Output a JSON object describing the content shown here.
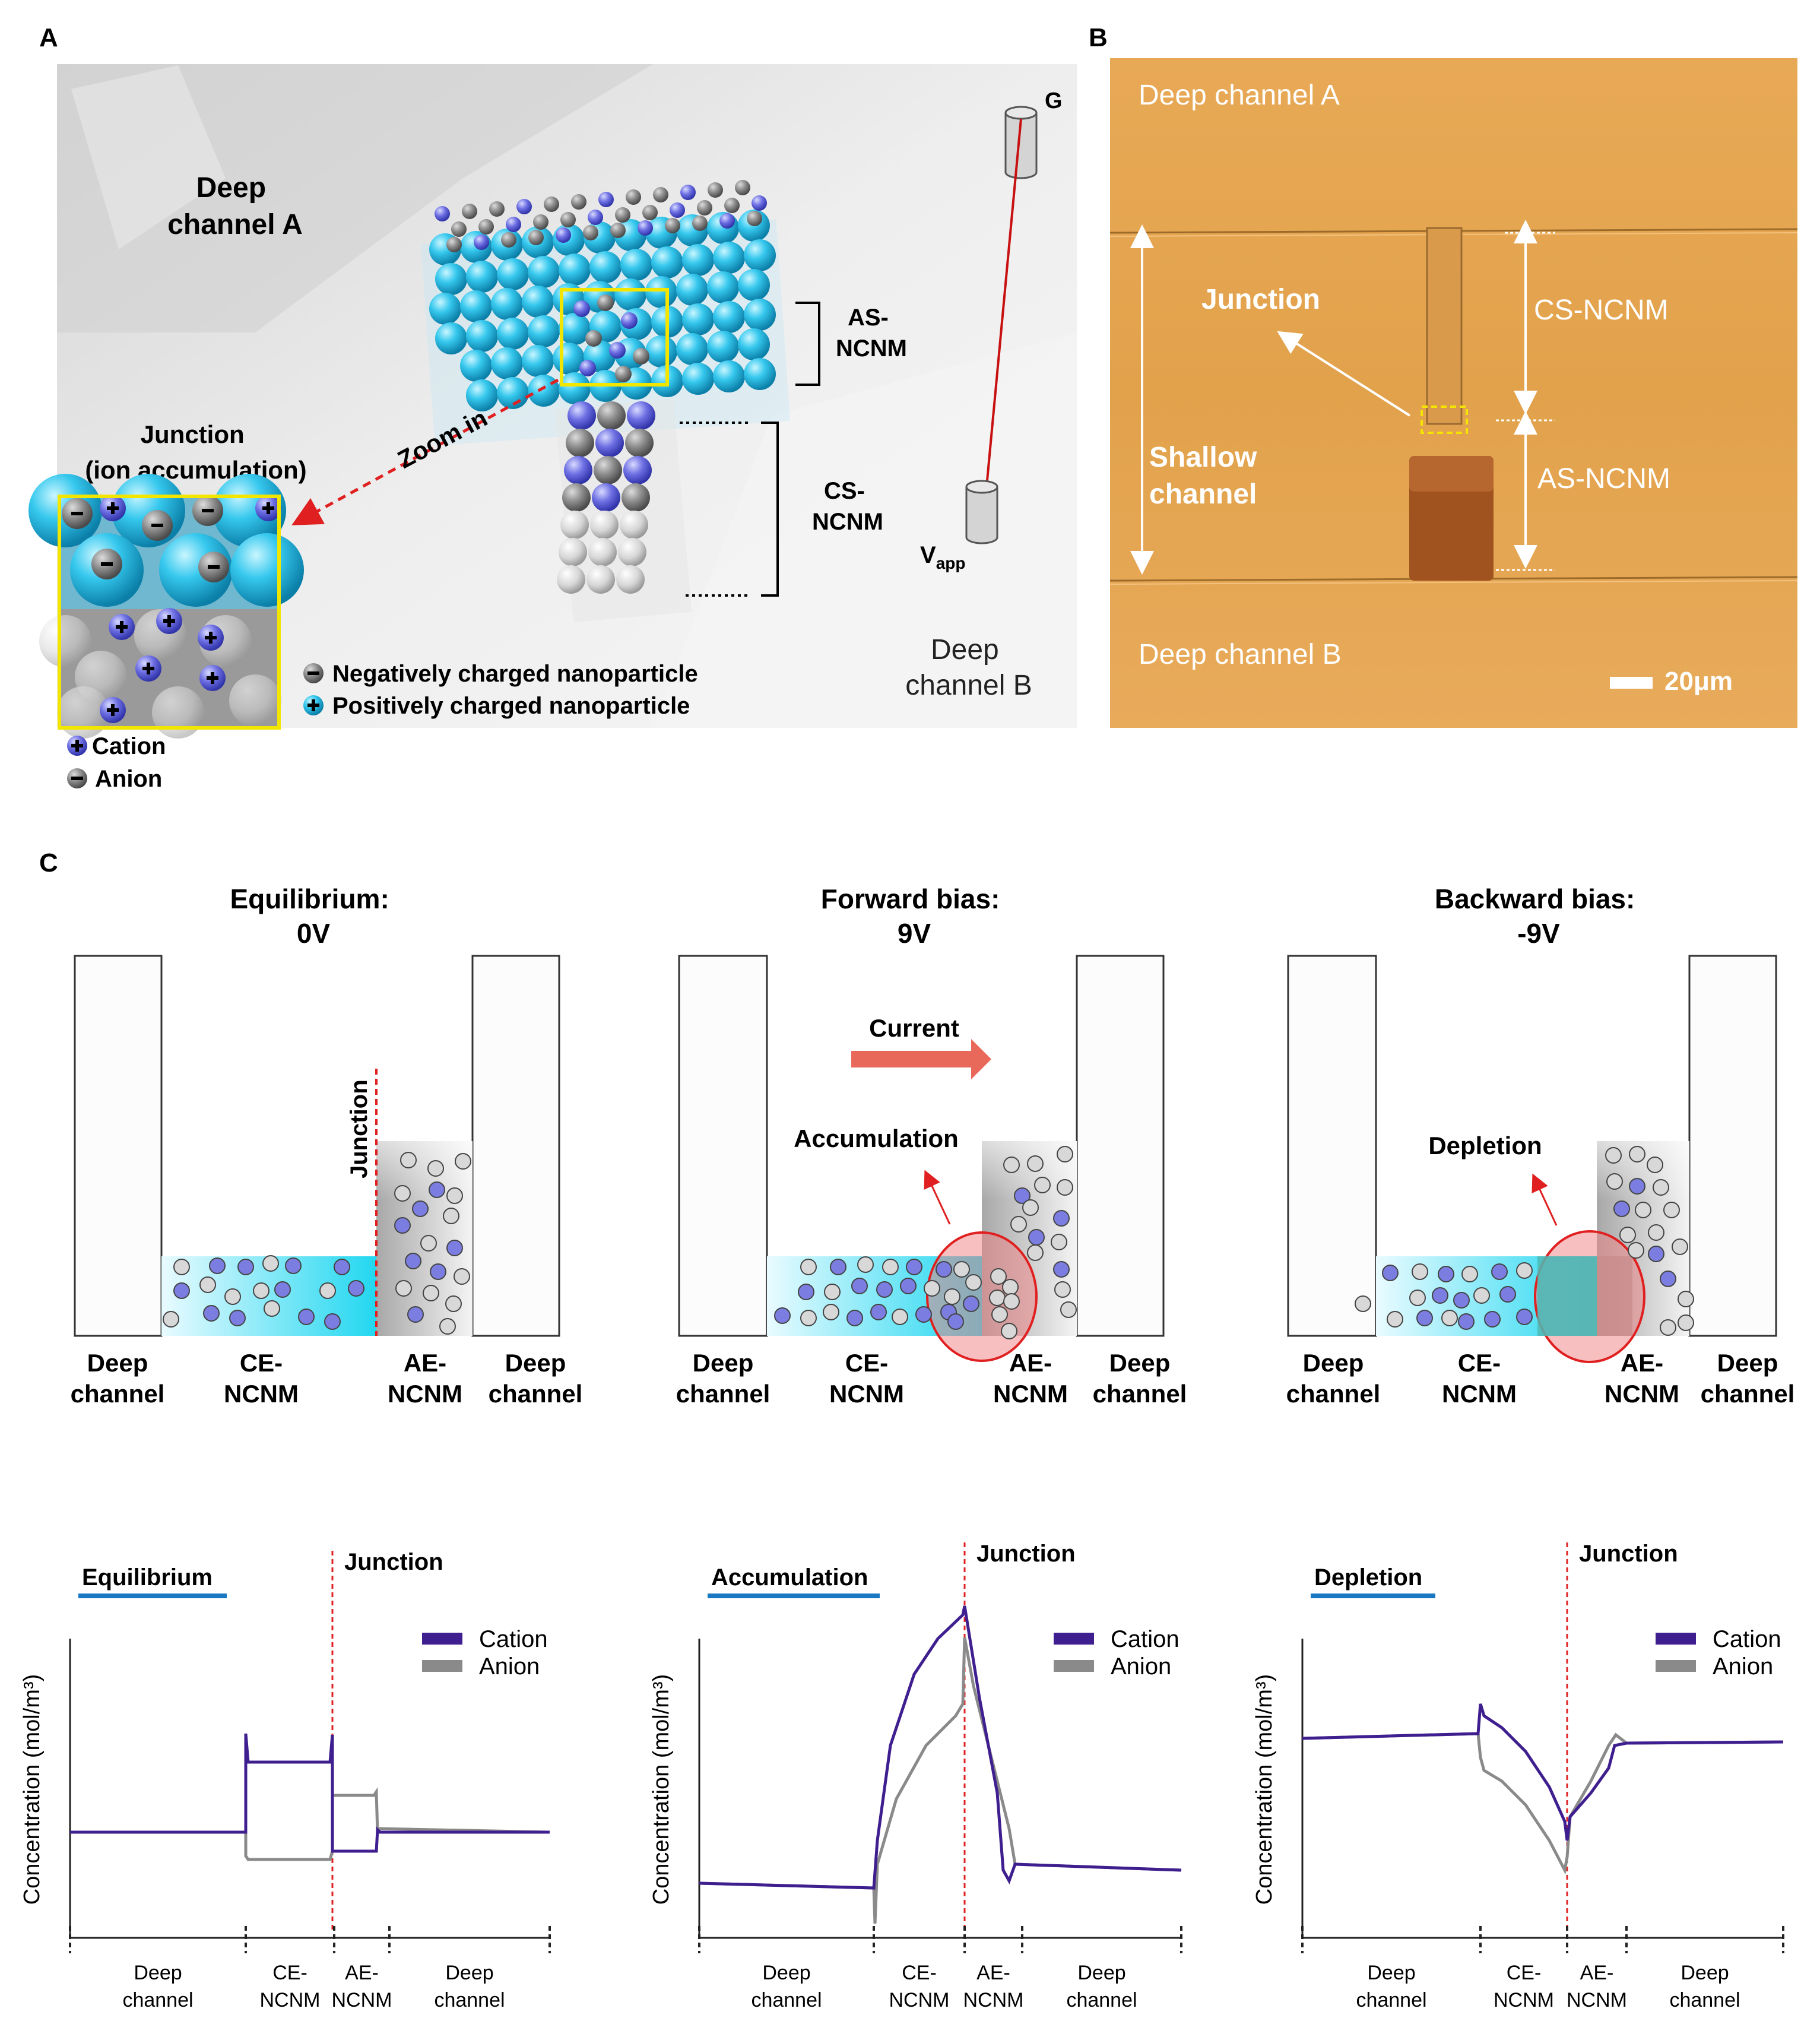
{
  "panel_a": {
    "letter": "A",
    "deep_channel_a": [
      "Deep",
      "channel A"
    ],
    "as_ncnm": [
      "AS-",
      "NCNM"
    ],
    "cs_ncnm": [
      "CS-",
      "NCNM"
    ],
    "zoom": "Zoom in",
    "junction": [
      "Junction",
      "(ion accumulation)"
    ],
    "g": "G",
    "vapp_main": "V",
    "vapp_sub": "app",
    "deep_channel_b": [
      "Deep",
      "channel B"
    ],
    "legend_neg": "Negatively charged  nanoparticle",
    "legend_pos": "Positively charged  nanoparticle",
    "legend_cation": "Cation",
    "legend_anion": "Anion"
  },
  "panel_b": {
    "letter": "B",
    "deep_a": "Deep channel A",
    "junction": "Junction",
    "cs_ncnm": "CS-NCNM",
    "shallow": [
      "Shallow",
      "channel"
    ],
    "as_ncnm": "AS-NCNM",
    "deep_b": "Deep channel B",
    "scale": "20μm"
  },
  "panel_c": {
    "letter": "C",
    "schematics": [
      {
        "title": [
          "Equilibrium:",
          "0V"
        ],
        "label": "Junction",
        "labels": [
          "Deep",
          "channel",
          "CE-",
          "NCNM",
          "AE-",
          "NCNM",
          "Deep",
          "channel"
        ]
      },
      {
        "title": [
          "Forward bias:",
          "9V"
        ],
        "current": "Current",
        "label": "Accumulation",
        "labels": [
          "Deep",
          "channel",
          "CE-",
          "NCNM",
          "AE-",
          "NCNM",
          "Deep",
          "channel"
        ]
      },
      {
        "title": [
          "Backward bias:",
          "-9V"
        ],
        "label": "Depletion",
        "labels": [
          "Deep",
          "channel",
          "CE-",
          "NCNM",
          "AE-",
          "NCNM",
          "Deep",
          "channel"
        ]
      }
    ],
    "plots": [
      {
        "badge": "Equilibrium",
        "junction": "Junction",
        "ylabel": "Concentration (mol/m³)",
        "legend": [
          "Cation",
          "Anion"
        ],
        "x_labels": [
          "Deep",
          "channel",
          "CE-",
          "NCNM",
          "AE-",
          "NCNM",
          "Deep",
          "channel"
        ]
      },
      {
        "badge": "Accumulation",
        "junction": "Junction",
        "ylabel": "Concentration (mol/m³)",
        "legend": [
          "Cation",
          "Anion"
        ],
        "x_labels": [
          "Deep",
          "channel",
          "CE-",
          "NCNM",
          "AE-",
          "NCNM",
          "Deep",
          "channel"
        ]
      },
      {
        "badge": "Depletion",
        "junction": "Junction",
        "ylabel": "Concentration (mol/m³)",
        "legend": [
          "Cation",
          "Anion"
        ],
        "x_labels": [
          "Deep",
          "channel",
          "CE-",
          "NCNM",
          "AE-",
          "NCNM",
          "Deep",
          "channel"
        ]
      }
    ]
  },
  "colors": {
    "cation": "#3f1f8f",
    "anion": "#8a8a8a",
    "junction_line": "#e02020",
    "badge": "#1a78c2",
    "current_arrow": "#e8685a",
    "positive_np": "#2ec6ea",
    "negative_np": "#9b9b9b",
    "ion_cation": "#7b7ee0",
    "ion_anion": "#d8d8d8",
    "microscope_bg": "#e3a350"
  }
}
